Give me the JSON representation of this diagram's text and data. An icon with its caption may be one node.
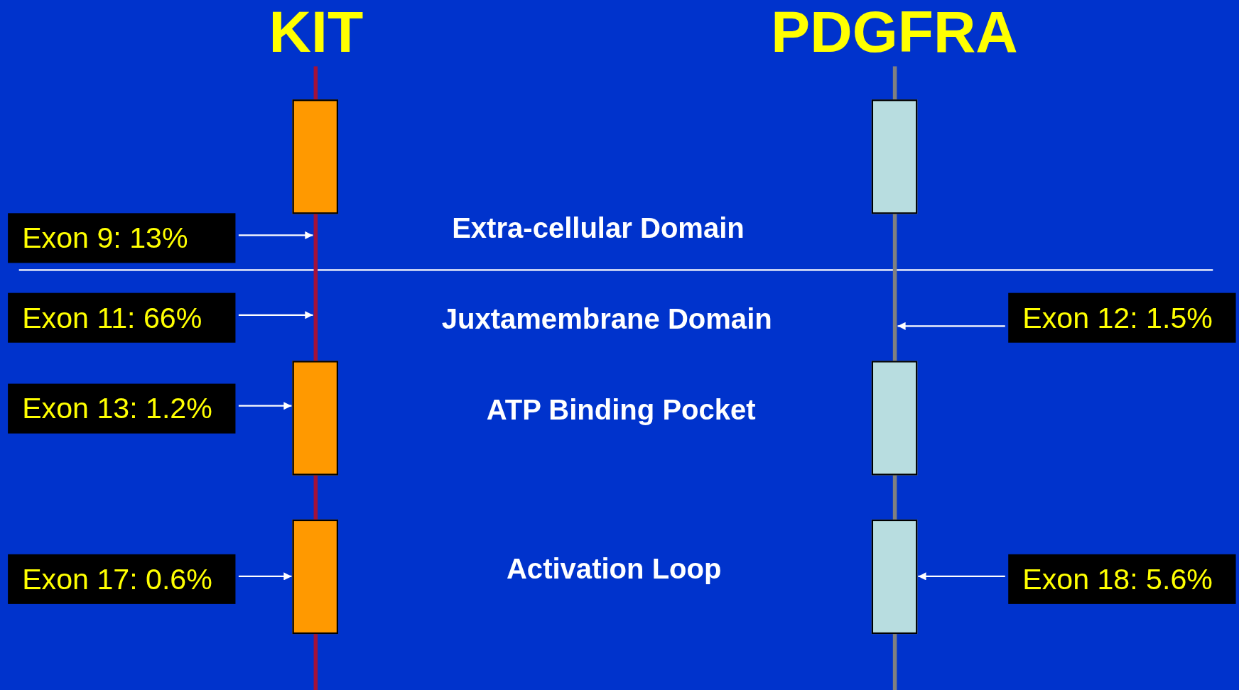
{
  "diagram": {
    "nodes": [
      {
        "text": [
          "KIT"
        ]
      },
      {
        "text": [
          "PDGFRA"
        ]
      },
      {
        "text": [],
        "shape": "box"
      },
      {
        "text": [],
        "shape": "box"
      },
      {
        "text": [],
        "shape": "box"
      },
      {
        "text": [],
        "shape": "box"
      },
      {
        "text": [],
        "shape": "box"
      },
      {
        "text": [],
        "shape": "box"
      },
      {
        "text": [
          "Exon 9: 13%"
        ]
      },
      {
        "text": [
          "Exon 11: 66%"
        ]
      },
      {
        "text": [
          "Exon 12: 1.5%"
        ]
      },
      {
        "text": [
          "Exon 13: 1.2%"
        ]
      },
      {
        "text": [
          "Exon 17: 0.6%"
        ]
      },
      {
        "text": [
          "Exon 18: 5.6%"
        ]
      }
    ],
    "edges": [
      {
        "from": 8,
        "to": 0,
        "arrow": "to"
      },
      {
        "from": 9,
        "to": 0,
        "arrow": "to"
      },
      {
        "from": 10,
        "to": 1,
        "arrow": "to"
      },
      {
        "from": 11,
        "to": 3,
        "arrow": "to"
      },
      {
        "from": 12,
        "to": 4,
        "arrow": "to"
      },
      {
        "from": 13,
        "to": 7,
        "arrow": "to"
      }
    ],
    "labels": [
      "Extra-cellular Domain",
      "Juxtamembrane Domain",
      "ATP Binding Pocket",
      "Activation Loop"
    ]
  }
}
